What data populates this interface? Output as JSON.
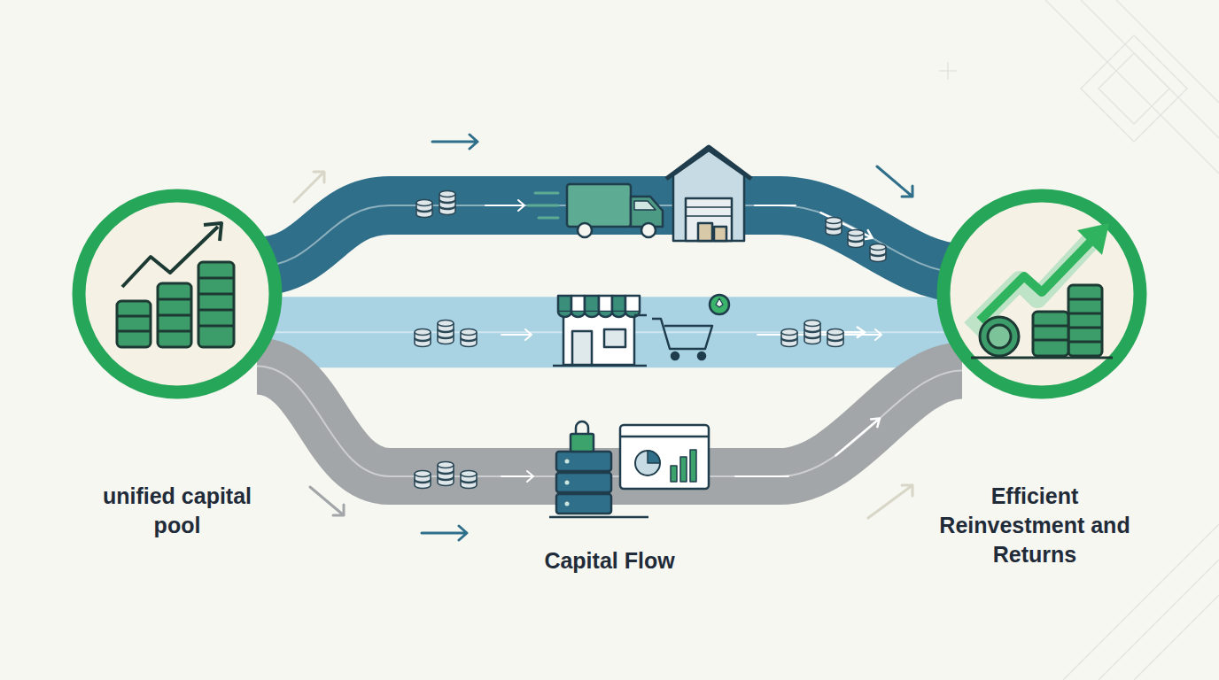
{
  "diagram": {
    "nodes": [
      {
        "text": [
          "unified capital pool"
        ]
      },
      {
        "text": [
          "Efficient Reinvestment and Returns"
        ]
      }
    ],
    "edges": [
      {
        "from": 0,
        "to": 1,
        "arrow": "to"
      },
      {
        "from": 0,
        "to": 1,
        "arrow": "to"
      },
      {
        "from": 0,
        "to": 1,
        "arrow": "to"
      }
    ],
    "labels": [
      "Capital Flow"
    ]
  }
}
